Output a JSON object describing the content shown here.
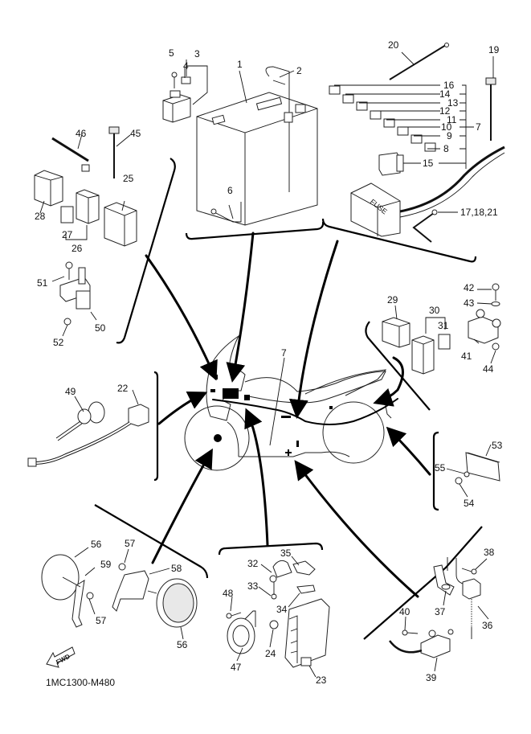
{
  "diagram": {
    "title": "Electrical parts diagram (motorcycle)",
    "drawing_code": "1MC1300-M480",
    "fwd_label": "FWD",
    "fuse_box_text": "FUSE",
    "callouts": {
      "c1": "1",
      "c2": "2",
      "c3": "3",
      "c4": "4",
      "c5": "5",
      "c6": "6",
      "c7a": "7",
      "c7b": "7",
      "c8": "8",
      "c9": "9",
      "c10": "10",
      "c11": "11",
      "c12": "12",
      "c13": "13",
      "c14": "14",
      "c15": "15",
      "c16": "16",
      "c17": "17,18,21",
      "c19": "19",
      "c20": "20",
      "c22": "22",
      "c23": "23",
      "c24": "24",
      "c25": "25",
      "c26": "26",
      "c27": "27",
      "c28": "28",
      "c29": "29",
      "c30": "30",
      "c31": "31",
      "c32": "32",
      "c33": "33",
      "c34": "34",
      "c35": "35",
      "c36": "36",
      "c37": "37",
      "c38": "38",
      "c39": "39",
      "c40": "40",
      "c41": "41",
      "c42": "42",
      "c43": "43",
      "c44": "44",
      "c45": "45",
      "c46": "46",
      "c47": "47",
      "c48": "48",
      "c49": "49",
      "c50": "50",
      "c51": "51",
      "c52": "52",
      "c53": "53",
      "c54": "54",
      "c55": "55",
      "c56a": "56",
      "c56b": "56",
      "c57a": "57",
      "c57b": "57",
      "c58": "58",
      "c59": "59"
    }
  }
}
